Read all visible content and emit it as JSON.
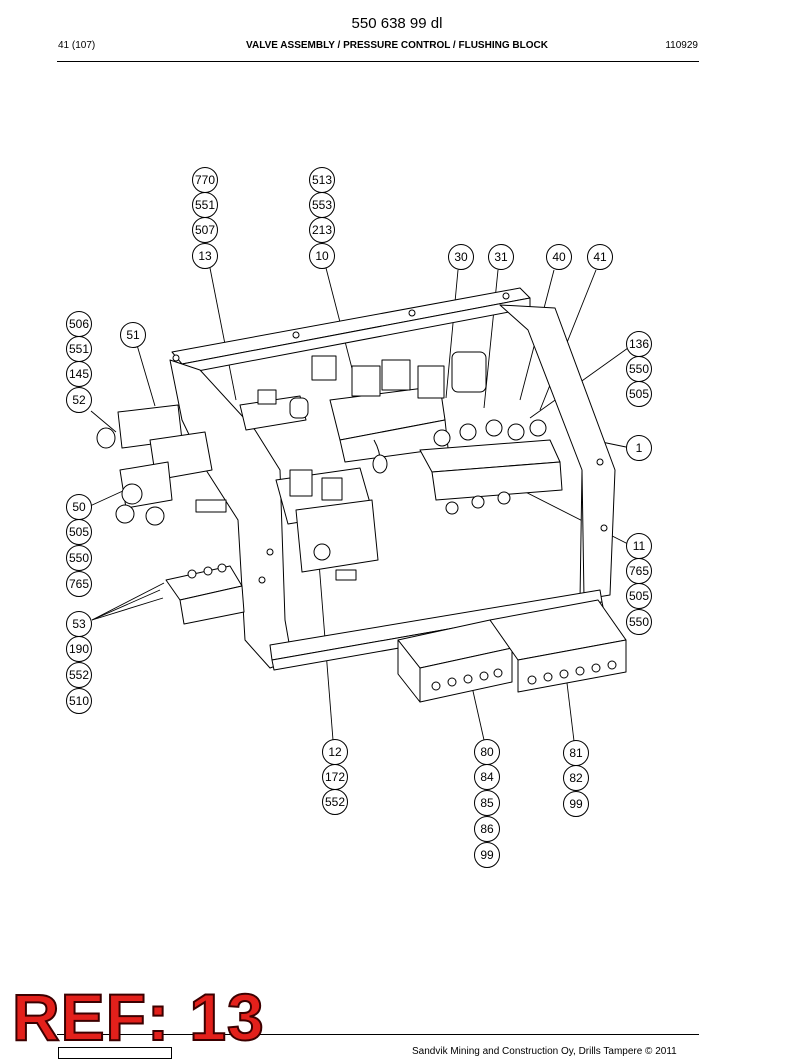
{
  "header": {
    "doc_number": "550 638 99 dl",
    "page": "41 (107)",
    "title": "VALVE ASSEMBLY / PRESSURE CONTROL / FLUSHING BLOCK",
    "code": "110929"
  },
  "callouts": {
    "c770": "770",
    "c551a": "551",
    "c507": "507",
    "c13": "13",
    "c513": "513",
    "c553": "553",
    "c213": "213",
    "c10": "10",
    "c30": "30",
    "c31": "31",
    "c40": "40",
    "c41": "41",
    "c506": "506",
    "c551b": "551",
    "c145": "145",
    "c52": "52",
    "c51": "51",
    "c136": "136",
    "c550a": "550",
    "c505a": "505",
    "c1": "1",
    "c50": "50",
    "c505b": "505",
    "c550b": "550",
    "c765a": "765",
    "c53": "53",
    "c190": "190",
    "c552a": "552",
    "c510": "510",
    "c11": "11",
    "c765b": "765",
    "c505c": "505",
    "c550c": "550",
    "c12": "12",
    "c172": "172",
    "c552b": "552",
    "c80": "80",
    "c84": "84",
    "c85": "85",
    "c86": "86",
    "c99a": "99",
    "c81": "81",
    "c82": "82",
    "c99b": "99"
  },
  "stamp": {
    "text": "REF: 13",
    "color": "#e3201b"
  },
  "footer": {
    "text": "Sandvik Mining and Construction Oy, Drills Tampere © 2011"
  }
}
